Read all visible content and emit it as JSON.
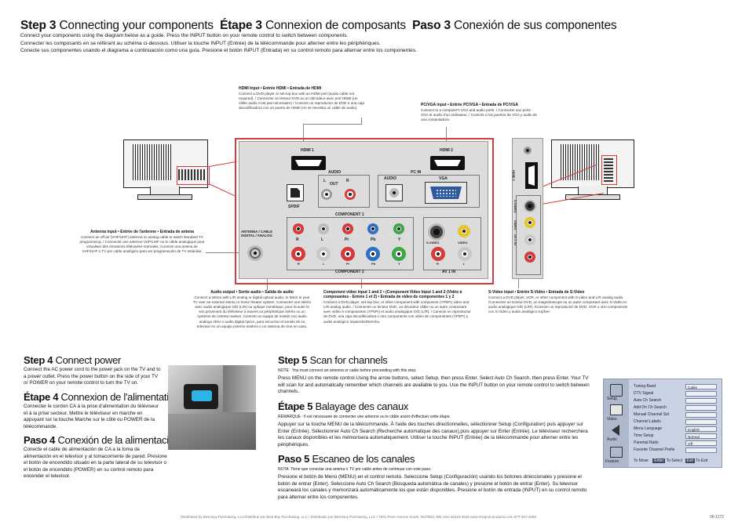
{
  "step3": {
    "title_en_num": "Step 3",
    "title_en": "Connecting your components",
    "title_fr_num": "Étape 3",
    "title_fr": "Connexion de composants",
    "title_es_num": "Paso 3",
    "title_es": "Conexión de sus componentes",
    "intro_en": "Connect your components using the diagram below as a guide. Press the INPUT button on your remote control to switch between components.",
    "intro_fr": "Connecter les composants en se référant au schéma ci-dessous. Utiliser la touche INPUT (Entrée) de la télécommande pour alterner entre les périphériques.",
    "intro_es": "Conecte sus componentes usando el diagrama a continuación como una guía. Presione el botón INPUT (Entrada) en su control remoto para alternar entre los componentes."
  },
  "captions": {
    "hdmi_title": "HDMI Input • Entrée HDMI • Entrada de HDMI",
    "hdmi_text": "Connect a DVD player or set-top box with an HDMI port (audio cable not required). / Connecter un lecteur DVD ou un décodeur avec port HDMI (un câble audio n'est pas nécessaire) / Conecte un reproductor de DVD o una caja decodificadora con un puerto de HDMI (no se necesita un cable de audio).",
    "pcvga_title": "PC/VGA input • Entrée PC/VGA • Entrada de PC/VGA",
    "pcvga_text": "Connect to a computer's VGA and audio ports. / Connecter aux ports VGA et audio d'un ordinateur. / Conecte a los puertos de VGA y audio de una computadora.",
    "antenna_title": "Antenna input • Entrée de l'antenne • Entrada de antena",
    "antenna_text": "Connect an off-air (VHF/UHF) antenna or analog cable to watch standard TV programming. / Connecter une antenne VHF/UHF ou le câble analogique pour visualiser des émissions télévisées normales. Conecte una antena de VHF/UHF o TV por cable analógico para ver programación de TV estándar.",
    "audio_title": "Audio output • Sortie audio • Salida de audio",
    "audio_text": "Connect a stereo with L/R analog or digital optical audio, to listen to your TV over an external stereo or home theater system. Connecter une stéréo avec audio analogique G/D (L/R) ou optique numérique, pour écouter le son provenant du téléviseur à travers un périphérique stéréo ou un système de cinéma maison. Conecte un equipo de sonido con audio análogo I/Der o audio digital óptico, para escuchar el sonido de su televisor en un equipo externo estéreo o un sistema de cine en casa.",
    "component_title": "Component video input 1 and 2 • (Component Video Input 1 and 2 (Vidéo à composantes - Entrée 1 et 2) • Entrada de video de componentes 1 y 2",
    "component_text": "Connect a DVD player, set-top box, or other component with component (YPbPr) video and L/R analog audio. / Connecter un lecteur DVD, un décodeur câble ou un autre composant avec vidéo à composantes (YPbPr) et audio analogique G/D (L/R). / Conecte un reproductor de DVD, una caja decodificadora u otro componente con video de componentes (YPbPr) y audio analógico Izquierdo/Derecho.",
    "svideo_title": "S-Video input • Entrée S-Vidéo • Entrada de S-Video",
    "svideo_text": "Connect a DVD player, VCR, or other component with S-video and L/R analog audio. /Connecter un lecteur DVD, un magnétoscope ou un autre composant avec S-Vidéo et audio analogique G/D (L/R). /Conecte un reproductor de DVD, VCR u otro componente con S-Video y audio analógico Izq/Der."
  },
  "panel": {
    "hdmi1": "HDMI 1",
    "hdmi2": "HDMI 2",
    "audio_out_group": "AUDIO",
    "out": "OUT",
    "l": "L",
    "r": "R",
    "pc_in": "PC IN",
    "audio": "AUDIO",
    "vga": "VGA",
    "spdif": "SPDIF",
    "antenna": "ANTENNA / CABLE DIGITAL / ANALOG",
    "component1": "COMPONENT 1",
    "component2": "COMPONENT 2",
    "pr": "Pr",
    "pb": "Pb",
    "y": "Y",
    "svideo": "S-VIDEO",
    "video": "VIDEO",
    "av1in": "AV 1 IN",
    "side_hdmi3": "HDMI 3",
    "side_svideo": "S-VIDEO",
    "side_video": "VIDEO",
    "side_av2in": "AV 2 IN"
  },
  "step4": {
    "en_title_num": "Step 4",
    "en_title": "Connect power",
    "en_text": "Connect the AC power cord to the power jack on the TV and to a power outlet. Press the power button on the side of your TV or POWER on your remote control to turn the TV on.",
    "fr_title_num": "Étape 4",
    "fr_title": "Connexion de l'alimentation",
    "fr_text": "Connecter le cordon CA à la prise d'alimentation du téléviseur et à la prise secteur. Mettre le téléviseur en marche en appuyant sur la touche Marche sur le côté ou POWER de la télécommande.",
    "es_title_num": "Paso 4",
    "es_title": "Conexión de la alimentación",
    "es_text": "Conecte el cable de alimentación de CA a la toma de alimentación en el televisor y al tomacorriente de pared. Presione el botón de encendido situado en la parte lateral de su televisor o el botón de encendido (POWER) en su control remoto para encender el televisor."
  },
  "step5": {
    "en_title_num": "Step 5",
    "en_title": "Scan for channels",
    "en_note": "NOTE : You must connect an antenna or cable before proceeding with this step.",
    "en_text": "Press MENU on the remote control.Using the arrow buttons, select Setup, then press Enter. Select Auto Ch Search, then press Enter. Your TV will scan for and automatically remember which channels are available to you. Use the INPUT button on your remote control to switch between channels.",
    "fr_title_num": "Étape 5",
    "fr_title": "Balayage des canaux",
    "fr_note": "REMARQUE : Il est nécessaire de connecter une antenne ou le câble avant d'effectuer cette étape.",
    "fr_text": "Appuyer sur la touche MENU de la télécommande. À l'aide des touches directionnelles, sélectionner Setup (Configuration) puis appuyer sur Enter (Entrée). Sélectionner Auto Ch Search (Recherche automatique des canaux),puis appuyer sur Enter (Entrée). Le téléviseur recherchera les canaux disponibles et les mémorisera automatiquement. Utiliser la touche INPUT (Entrée) de la télécommande pour alterner entre les périphériques.",
    "es_title_num": "Paso 5",
    "es_title": "Escaneo de los canales",
    "es_note": "NOTA: Tiene que conectar una antena o TV por cable antes de continuar con este paso.",
    "es_text": "Presione el botón de Menú (MENU) en el control remoto. Seleccione Setup (Configuración) usando los botones direccionales y presione el botón de entrar (Enter). Seleccione Auto Ch Search (Búsqueda automática de canales) y presione el botón de entrar (Enter). Su televisor escaneará los canales y memorizará automáticamente los que están disponibles. Presione el botón de entrada (INPUT) en su control remoto para alternar entre los componentes."
  },
  "osd": {
    "side": [
      "Setup",
      "Video",
      "Audio",
      "Feature"
    ],
    "rows": [
      {
        "label": "Tuning Band",
        "value": "Cable"
      },
      {
        "label": "DTV Signal",
        "value": ""
      },
      {
        "label": "Auto Ch Search",
        "value": ""
      },
      {
        "label": "Add On Ch Search",
        "value": ""
      },
      {
        "label": "Manual Channel Set",
        "value": ""
      },
      {
        "label": "Channel Labels",
        "value": ""
      },
      {
        "label": "Menu Language",
        "value": "English"
      },
      {
        "label": "Time Setup",
        "value": "Normal"
      },
      {
        "label": "Parental Ratio",
        "value": "Off"
      },
      {
        "label": "Favorite Channel Prefix",
        "value": ""
      }
    ],
    "move": "To Move",
    "enter": "Enter",
    "to_select": "To Select",
    "exit": "Exit",
    "to_exit": "To Exit"
  },
  "footer": {
    "distributed": "Distributed by Best Buy Purchasing, LLC/Distribué par Best Buy Purchasing, LLC / Distribuido por Best Buy Purchasing, LLC / 7601 Penn Avenue South, Richfield, MN USA 55423-3645  www.insignia-products.com  877-467-4289",
    "code": "06-1172"
  }
}
